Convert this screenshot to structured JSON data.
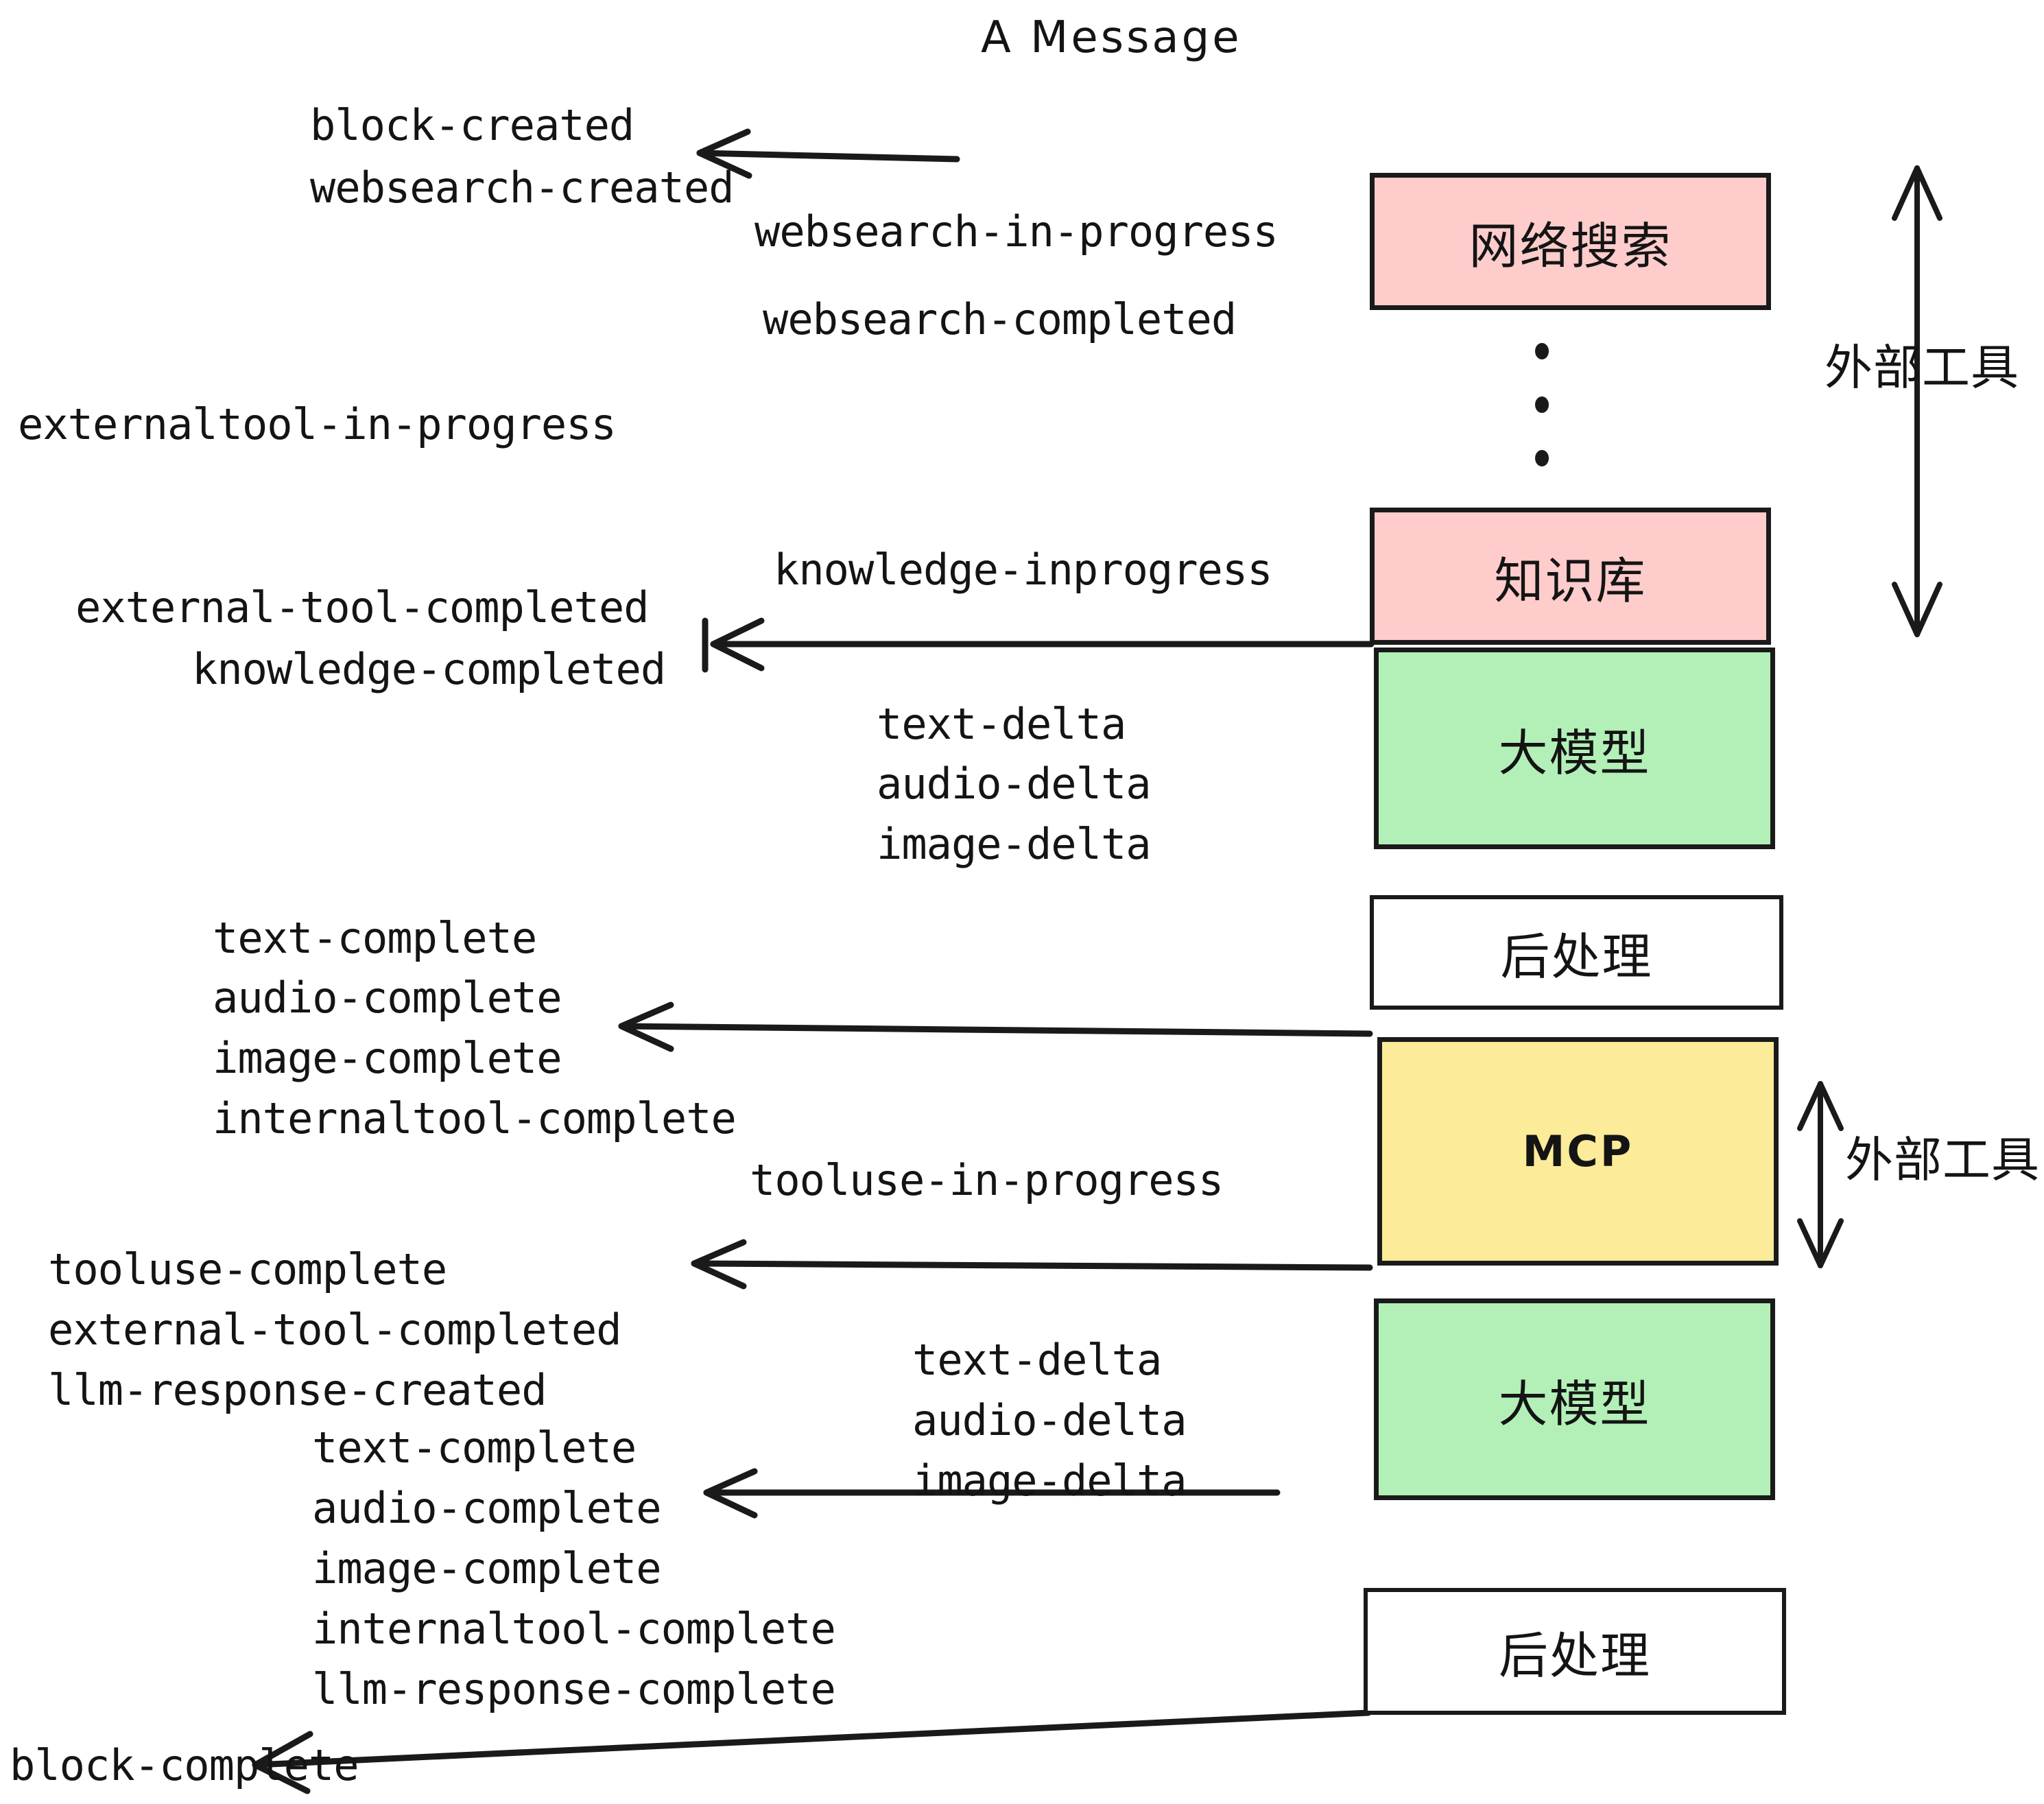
{
  "diagram": {
    "title": "A Message",
    "colors": {
      "pink": "#ffcccc",
      "green": "#b2f0b8",
      "yellow": "#fceb99",
      "white": "#ffffff",
      "stroke": "#1a1a1a",
      "text": "#141414",
      "background": "#ffffff"
    },
    "nodes": [
      {
        "id": "websearch",
        "label": "网络搜索",
        "fill": "pink",
        "script": "cn"
      },
      {
        "id": "knowledge",
        "label": "知识库",
        "fill": "pink",
        "script": "cn"
      },
      {
        "id": "llm-1",
        "label": "大模型",
        "fill": "green",
        "script": "cn"
      },
      {
        "id": "postprocess-1",
        "label": "后处理",
        "fill": "white",
        "script": "cn"
      },
      {
        "id": "mcp",
        "label": "MCP",
        "fill": "yellow",
        "script": "en"
      },
      {
        "id": "llm-2",
        "label": "大模型",
        "fill": "green",
        "script": "cn"
      },
      {
        "id": "postprocess-2",
        "label": "后处理",
        "fill": "white",
        "script": "cn"
      }
    ],
    "group_labels": [
      {
        "id": "external-tools-upper",
        "label": "外部工具"
      },
      {
        "id": "external-tools-lower",
        "label": "外部工具"
      }
    ],
    "events": [
      {
        "id": "block-created",
        "label": "block-created"
      },
      {
        "id": "websearch-created",
        "label": "websearch-created"
      },
      {
        "id": "websearch-in-progress",
        "label": "websearch-in-progress"
      },
      {
        "id": "websearch-completed",
        "label": "websearch-completed"
      },
      {
        "id": "externaltool-in-progress",
        "label": "externaltool-in-progress"
      },
      {
        "id": "knowledge-inprogress",
        "label": "knowledge-inprogress"
      },
      {
        "id": "external-tool-completed-1",
        "label": "external-tool-completed"
      },
      {
        "id": "knowledge-completed",
        "label": "knowledge-completed"
      },
      {
        "id": "text-delta-1",
        "label": "text-delta"
      },
      {
        "id": "audio-delta-1",
        "label": "audio-delta"
      },
      {
        "id": "image-delta-1",
        "label": "image-delta"
      },
      {
        "id": "text-complete-1",
        "label": "text-complete"
      },
      {
        "id": "audio-complete-1",
        "label": "audio-complete"
      },
      {
        "id": "image-complete-1",
        "label": "image-complete"
      },
      {
        "id": "internaltool-complete-1",
        "label": "internaltool-complete"
      },
      {
        "id": "tooluse-in-progress",
        "label": "tooluse-in-progress"
      },
      {
        "id": "tooluse-complete",
        "label": "tooluse-complete"
      },
      {
        "id": "external-tool-completed-2",
        "label": "external-tool-completed"
      },
      {
        "id": "llm-response-created",
        "label": "llm-response-created"
      },
      {
        "id": "text-delta-2",
        "label": "text-delta"
      },
      {
        "id": "audio-delta-2",
        "label": "audio-delta"
      },
      {
        "id": "image-delta-2",
        "label": "image-delta"
      },
      {
        "id": "text-complete-2",
        "label": "text-complete"
      },
      {
        "id": "audio-complete-2",
        "label": "audio-complete"
      },
      {
        "id": "image-complete-2",
        "label": "image-complete"
      },
      {
        "id": "internaltool-complete-2",
        "label": "internaltool-complete"
      },
      {
        "id": "llm-response-complete",
        "label": "llm-response-complete"
      },
      {
        "id": "block-complete",
        "label": "block-complete"
      }
    ]
  }
}
